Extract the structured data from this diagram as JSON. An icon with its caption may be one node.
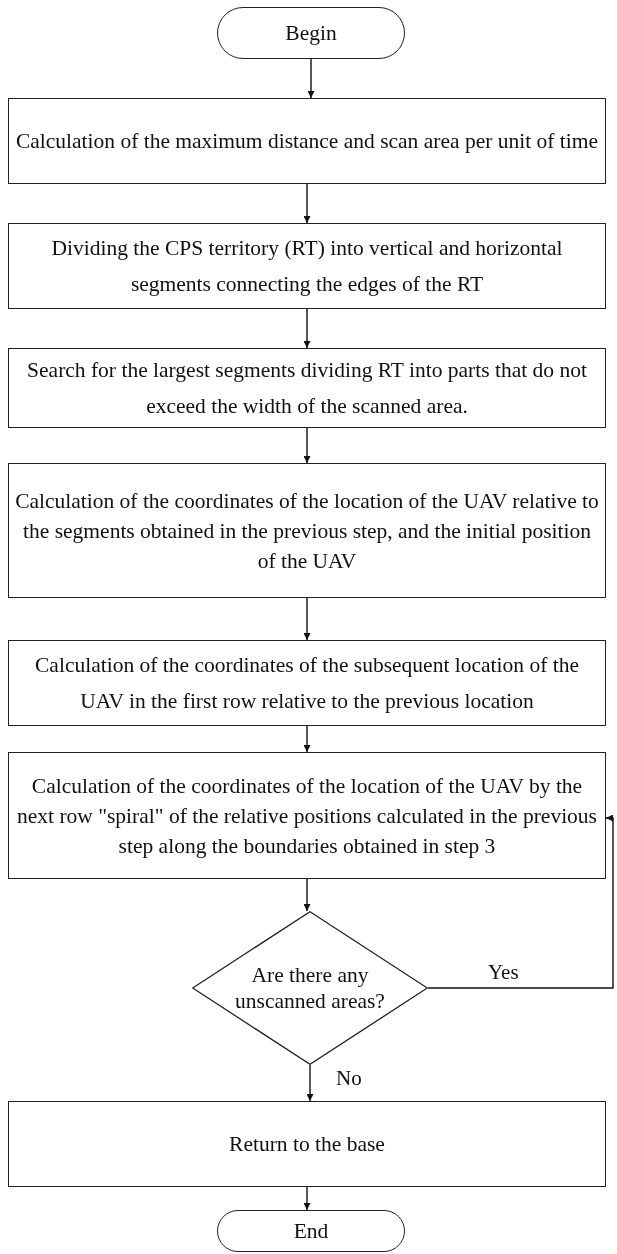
{
  "diagram": {
    "nodes": [
      {
        "text": [
          "Begin"
        ]
      },
      {
        "text": [
          "Calculation of the maximum distance and scan area per unit of time"
        ]
      },
      {
        "text": [
          "Dividing the CPS territory (RT) into vertical and horizontal segments connecting the edges of the RT"
        ]
      },
      {
        "text": [
          "Search for the largest segments dividing RT into parts that do not exceed the width of the scanned area."
        ]
      },
      {
        "text": [
          "Calculation of the coordinates of the location of the UAV relative to the segments obtained in the previous step, and the initial position of the UAV"
        ]
      },
      {
        "text": [
          "Calculation of the coordinates of the subsequent location of the UAV in the first row relative to the previous location"
        ]
      },
      {
        "text": [
          "Calculation of the coordinates of the location of the UAV by the next row \"spiral\" of the relative positions calculated in the previous step along the boundaries obtained in step 3"
        ]
      },
      {
        "text": [
          "Are there any unscanned areas?"
        ]
      },
      {
        "text": [
          "Return to the base"
        ]
      },
      {
        "text": [
          "End"
        ]
      }
    ],
    "edges": [
      {
        "from": 0,
        "to": 1,
        "arrow": "to"
      },
      {
        "from": 1,
        "to": 2,
        "arrow": "to"
      },
      {
        "from": 2,
        "to": 3,
        "arrow": "to"
      },
      {
        "from": 3,
        "to": 4,
        "arrow": "to"
      },
      {
        "from": 4,
        "to": 5,
        "arrow": "to"
      },
      {
        "from": 5,
        "to": 6,
        "arrow": "to"
      },
      {
        "from": 6,
        "to": 7,
        "arrow": "to"
      },
      {
        "from": 7,
        "to": 6,
        "arrow": "to",
        "label": "Yes"
      },
      {
        "from": 7,
        "to": 8,
        "arrow": "to",
        "label": "No"
      },
      {
        "from": 8,
        "to": 9,
        "arrow": "to"
      }
    ]
  }
}
